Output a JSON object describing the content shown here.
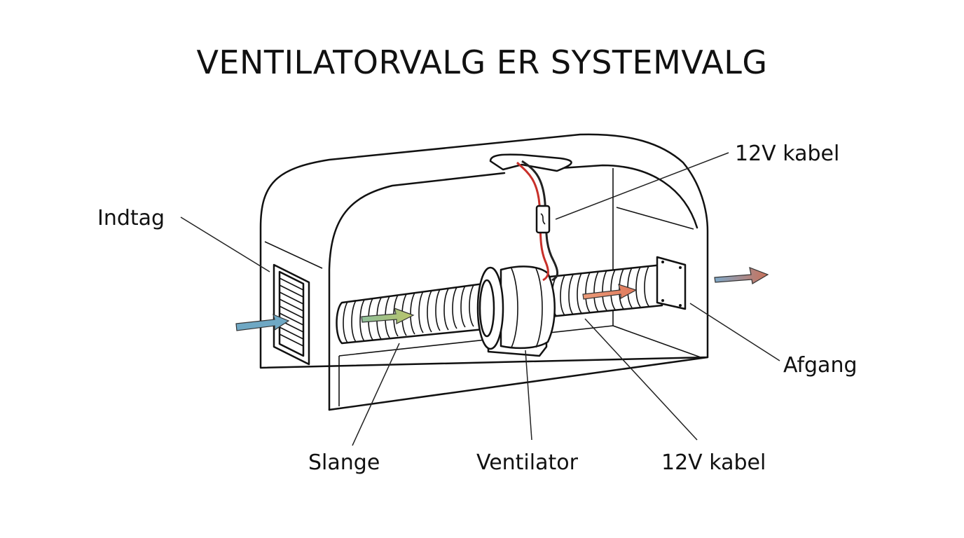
{
  "title": "VENTILATORVALG ER SYSTEMVALG",
  "labels": {
    "intake": "Indtag",
    "cable_top": "12V kabel",
    "outlet": "Afgang",
    "hose": "Slange",
    "fan": "Ventilator",
    "cable_bottom": "12V kabel"
  },
  "colors": {
    "arrow_in": "#6fa8c4",
    "arrow_hose": "#a9bf6a",
    "arrow_warm": "#e08a6c",
    "arrow_out": "#c9715a",
    "wire_red": "#c8302a",
    "wire_black": "#222222"
  }
}
